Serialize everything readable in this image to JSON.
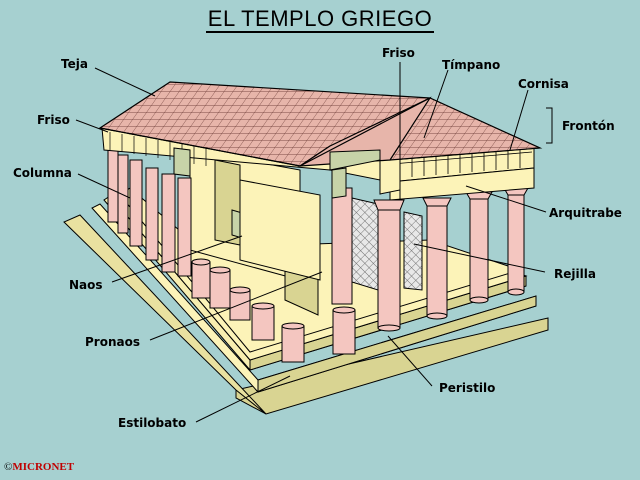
{
  "title": "EL TEMPLO GRIEGO",
  "labels": {
    "teja": "Teja",
    "friso_left": "Friso",
    "columna": "Columna",
    "naos": "Naos",
    "pronaos": "Pronaos",
    "estilobato": "Estilobato",
    "friso_top": "Friso",
    "timpano": "Tímpano",
    "cornisa": "Cornisa",
    "fronton": "Frontón",
    "arquitrabe": "Arquitrabe",
    "rejilla": "Rejilla",
    "peristilo": "Peristilo"
  },
  "copyright": {
    "symbol": "©",
    "brand": "MICRONET"
  },
  "colors": {
    "background": "#a6d0d0",
    "stone_light": "#fcf3b8",
    "stone_shadow": "#d9d492",
    "column": "#f4c6c0",
    "roof_tile": "#e7b5aa",
    "frieze": "#c7d3a8",
    "brand_red": "#c00000"
  }
}
